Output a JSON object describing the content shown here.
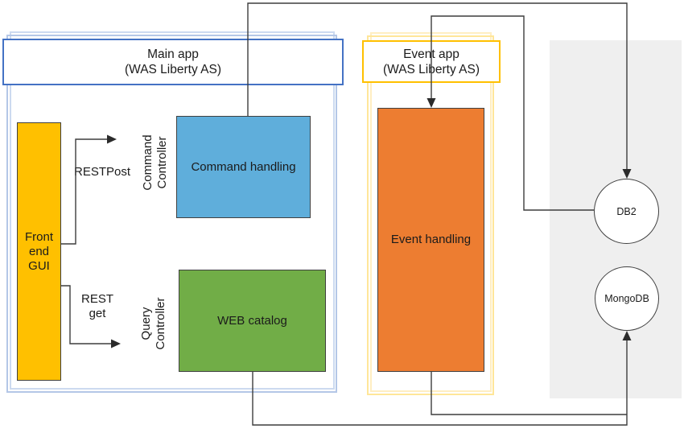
{
  "colors": {
    "main_app_title_border": "#4472C4",
    "main_app_container_border": "#B4C7E7",
    "event_app_title_border": "#FFC000",
    "event_app_container_border": "#FFE699",
    "front_end_gui_fill": "#FFC000",
    "command_handling_fill": "#5FAEDB",
    "web_catalog_fill": "#71AD47",
    "event_handling_fill": "#ED7D31",
    "database_zone_fill": "#EFEFEF",
    "connector": "#3D3D3D"
  },
  "main_app": {
    "title_line1": "Main app",
    "title_line2": "(WAS Liberty AS)",
    "front_end_gui": {
      "line1": "Front",
      "line2": "end",
      "line3": "GUI"
    },
    "rest_post_label": "RESTPost",
    "rest_get_line1": "REST",
    "rest_get_line2": "get",
    "command_controller_line1": "Command",
    "command_controller_line2": "Controller",
    "query_controller_line1": "Query",
    "query_controller_line2": "Controller",
    "command_handling_label": "Command handling",
    "web_catalog_label": "WEB catalog"
  },
  "event_app": {
    "title_line1": "Event app",
    "title_line2": "(WAS Liberty AS)",
    "event_handling_label": "Event handling"
  },
  "databases": {
    "db2_label": "DB2",
    "mongodb_label": "MongoDB"
  },
  "connections": [
    {
      "from": "Command handling",
      "to": "DB2",
      "arrow": true
    },
    {
      "from": "DB2",
      "to": "Event handling",
      "arrow": true
    },
    {
      "from": "WEB catalog",
      "to": "MongoDB",
      "arrow": true
    },
    {
      "from": "Event handling",
      "to": "MongoDB",
      "arrow": true
    },
    {
      "from": "Front end GUI",
      "to": "Command Controller",
      "label": "RESTPost",
      "arrow": true
    },
    {
      "from": "Front end GUI",
      "to": "Query Controller",
      "label": "REST get",
      "arrow": true
    }
  ]
}
